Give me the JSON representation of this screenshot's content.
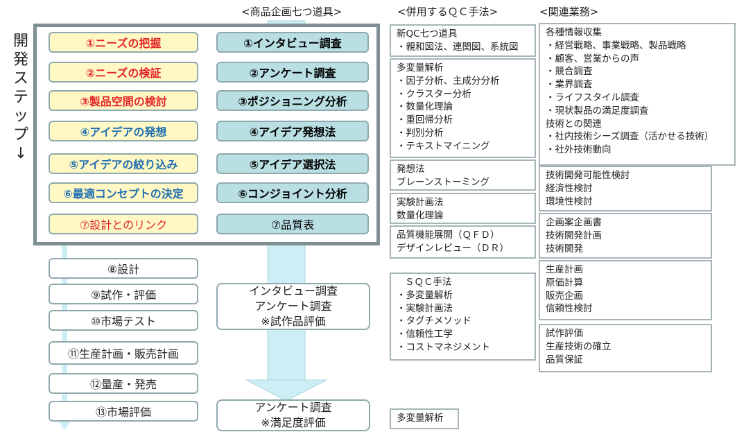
{
  "headers": {
    "tools": "<商品企画七つ道具>",
    "qc": "<併用するＱＣ手法>",
    "business": "<関連業務>"
  },
  "vertical_title": [
    "開",
    "発",
    "ス",
    "テ",
    "ッ",
    "プ",
    "↓"
  ],
  "steps": [
    "①ニーズの把握",
    "②ニーズの検証",
    "③製品空間の検討",
    "④アイデアの発想",
    "⑤アイデアの絞り込み",
    "⑥最適コンセプトの決定",
    "⑦設計とのリンク",
    "⑧設計",
    "⑨試作・評価",
    "⑩市場テスト",
    "⑪生産計画・販売計画",
    "⑫量産・発売",
    "⑬市場評価"
  ],
  "tools": [
    "①インタビュー調査",
    "②アンケート調査",
    "③ポジショニング分析",
    "④アイデア発想法",
    "⑤アイデア選択法",
    "⑥コンジョイント分析",
    "⑦品質表"
  ],
  "tool_boxes": {
    "trial": [
      "インタビュー調査",
      "アンケート調査",
      "※試作品評価"
    ],
    "market": [
      "アンケート調査",
      "※満足度評価"
    ]
  },
  "qc_methods": [
    [
      "新QC七つ道具",
      "・親和図法、連関図、系統図"
    ],
    [
      "多変量解析",
      "・因子分析、主成分分析",
      "・クラスター分析",
      "・数量化理論",
      "・重回帰分析",
      "・判別分析",
      "・テキストマイニング"
    ],
    [
      "発想法",
      "ブレーンストーミング"
    ],
    [
      "実験計画法",
      "数量化理論"
    ],
    [
      "品質機能展開（ＱＦＤ）",
      "デザインレビュー（ＤＲ）"
    ],
    [
      "ＳＱＣ手法",
      "・多変量解析",
      "・実験計画法",
      "・タグチメソッド",
      "・信頼性工学",
      "・コストマネジメント"
    ],
    [
      "多変量解析"
    ]
  ],
  "business": [
    [
      "各種情報収集",
      "・経営戦略、事業戦略、製品戦略",
      "・顧客、営業からの声",
      "・競合調査",
      "・業界調査",
      "・ライフスタイル調査",
      "・現状製品の満足度調査",
      "技術との関連",
      "・社内技術シーズ調査（活かせる技術）",
      "・社外技術動向"
    ],
    [
      "技術開発可能性検討",
      "経済性検討",
      "環境性検討"
    ],
    [
      "企画案企画書",
      "技術開発計画",
      "技術開発"
    ],
    [
      "生産計画",
      "原価計算",
      "販売企画",
      "信頼性検討"
    ],
    [
      "試作評価",
      "生産技術の確立",
      "品質保証"
    ]
  ],
  "colors": {
    "frame": "#7f8f92",
    "step_fill": "#fff8c4",
    "tool_fill": "#b9dfe3",
    "arrow_fill": "#cdeef5",
    "red_text": "#e02626",
    "blue_text": "#1f6fb2"
  }
}
